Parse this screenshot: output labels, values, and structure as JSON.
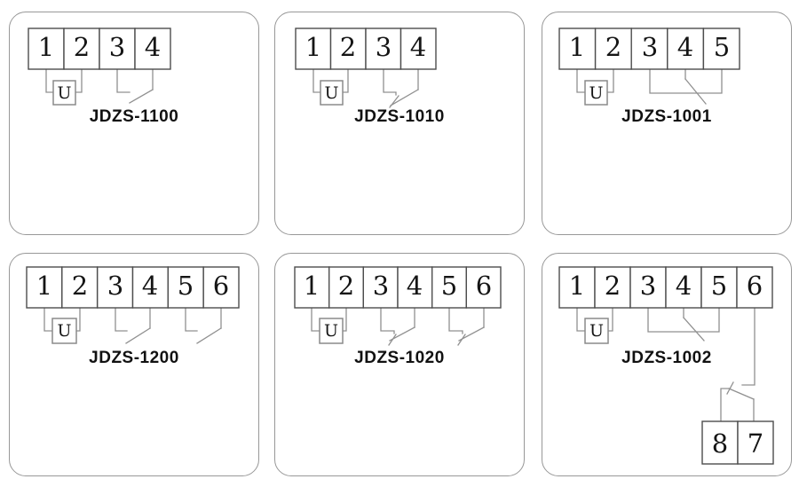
{
  "colors": {
    "background": "#ffffff",
    "panel_border": "#989898",
    "cell_border": "#4d4d4d",
    "wire": "#909090",
    "text": "#151515"
  },
  "panels": [
    {
      "model": "JDZS-1100",
      "u_label": "U",
      "terminals": [
        "1",
        "2",
        "3",
        "4"
      ]
    },
    {
      "model": "JDZS-1010",
      "u_label": "U",
      "terminals": [
        "1",
        "2",
        "3",
        "4"
      ]
    },
    {
      "model": "JDZS-1001",
      "u_label": "U",
      "terminals": [
        "1",
        "2",
        "3",
        "4",
        "5"
      ]
    },
    {
      "model": "JDZS-1200",
      "u_label": "U",
      "terminals": [
        "1",
        "2",
        "3",
        "4",
        "5",
        "6"
      ]
    },
    {
      "model": "JDZS-1020",
      "u_label": "U",
      "terminals": [
        "1",
        "2",
        "3",
        "4",
        "5",
        "6"
      ]
    },
    {
      "model": "JDZS-1002",
      "u_label": "U",
      "terminals": [
        "1",
        "2",
        "3",
        "4",
        "5",
        "6"
      ],
      "aux_terminals": [
        "8",
        "7"
      ]
    }
  ]
}
